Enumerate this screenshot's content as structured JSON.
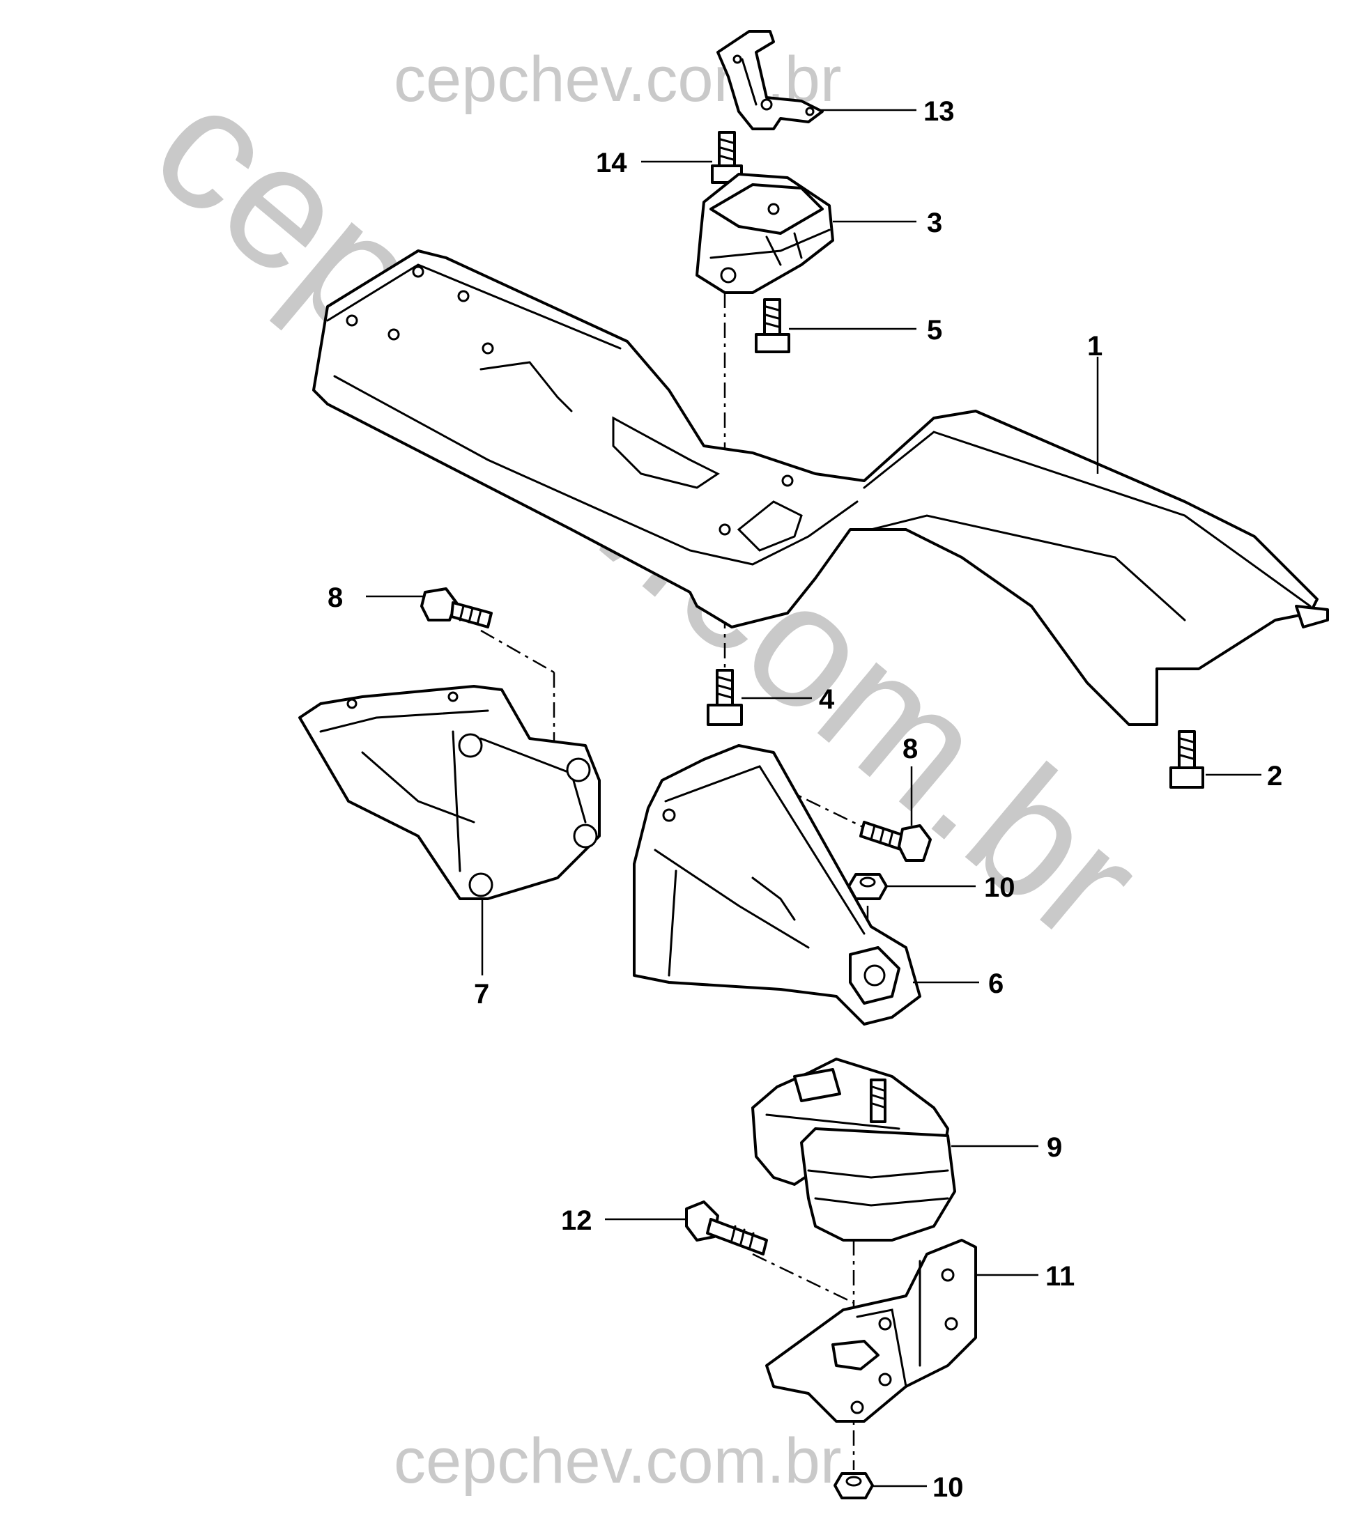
{
  "watermark": {
    "top": "cepchev.com.br",
    "diagonal": "cepchev.com.br",
    "bottom": "cepchev.com.br"
  },
  "callouts": {
    "c1": "1",
    "c2": "2",
    "c3": "3",
    "c4": "4",
    "c5": "5",
    "c6": "6",
    "c7": "7",
    "c8a": "8",
    "c8b": "8",
    "c9": "9",
    "c10a": "10",
    "c10b": "10",
    "c11": "11",
    "c12": "12",
    "c13": "13",
    "c14": "14"
  }
}
